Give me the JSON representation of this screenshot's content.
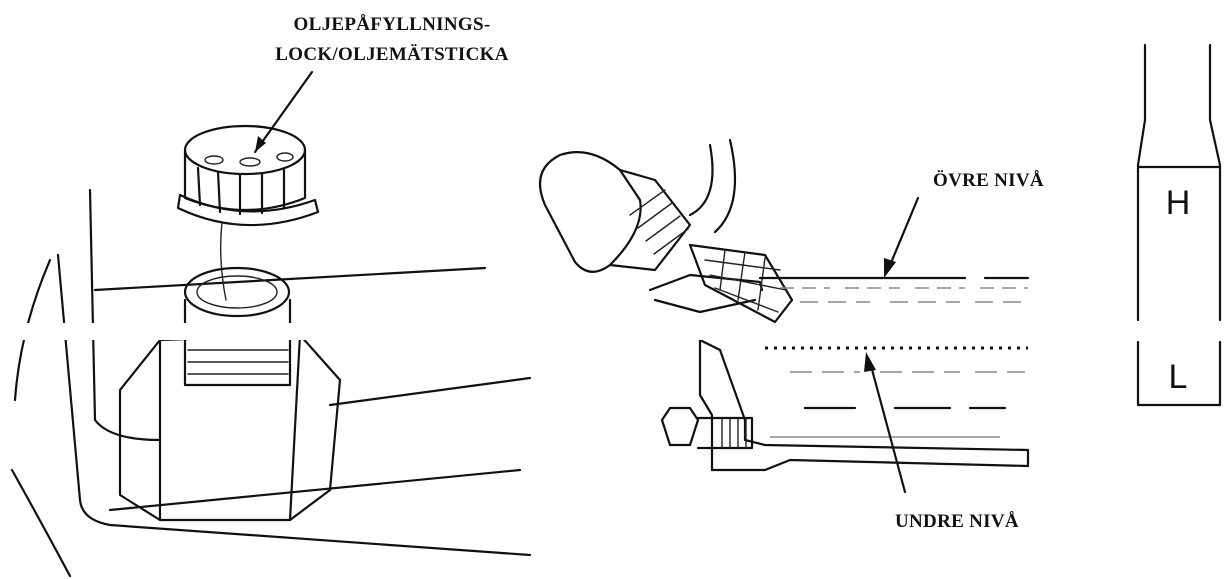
{
  "labels": {
    "cap_line1": "OLJEPÅFYLLNINGS-",
    "cap_line2": "LOCK/OLJEMÄTSTICKA",
    "upper_level": "ÖVRE NIVÅ",
    "lower_level": "UNDRE NIVÅ"
  },
  "gauge": {
    "high": "H",
    "low": "L"
  },
  "colors": {
    "ink": "#111111",
    "fluid_lines": "#888888",
    "background": "#ffffff"
  }
}
